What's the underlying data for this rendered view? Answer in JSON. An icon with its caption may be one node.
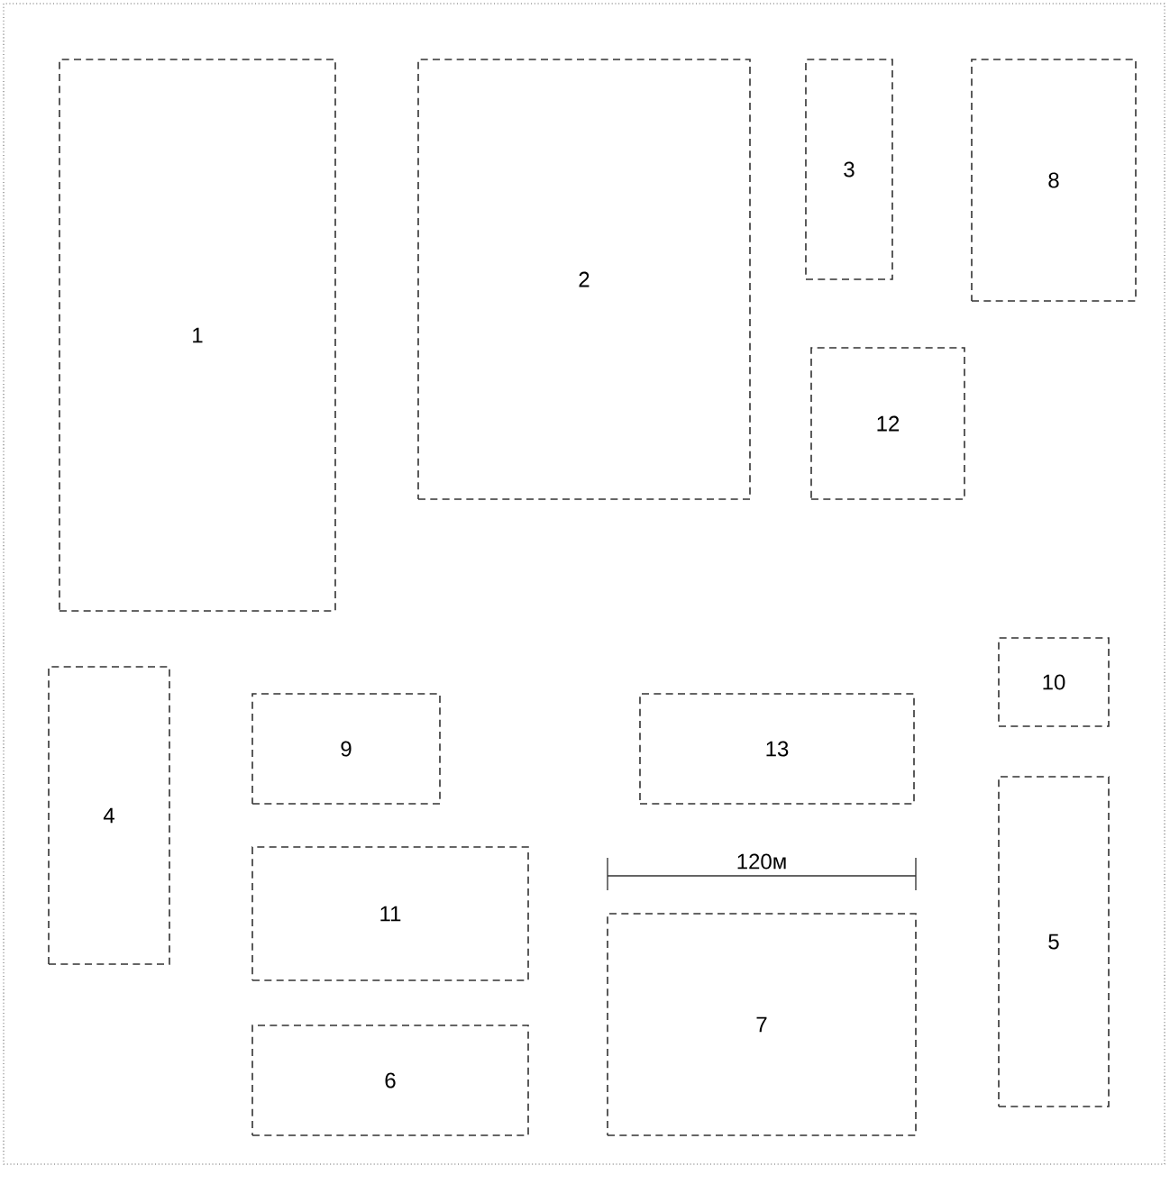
{
  "diagram": {
    "nodes": [
      {
        "text": [
          "1"
        ]
      },
      {
        "text": [
          "2"
        ]
      },
      {
        "text": [
          "3"
        ]
      },
      {
        "text": [
          "8"
        ]
      },
      {
        "text": [
          "12"
        ]
      },
      {
        "text": [
          "10"
        ]
      },
      {
        "text": [
          "4"
        ]
      },
      {
        "text": [
          "9"
        ]
      },
      {
        "text": [
          "13"
        ]
      },
      {
        "text": [
          "5"
        ]
      },
      {
        "text": [
          "11"
        ]
      },
      {
        "text": [
          "7"
        ]
      },
      {
        "text": [
          "6"
        ]
      }
    ],
    "labels": [
      "120м"
    ]
  }
}
